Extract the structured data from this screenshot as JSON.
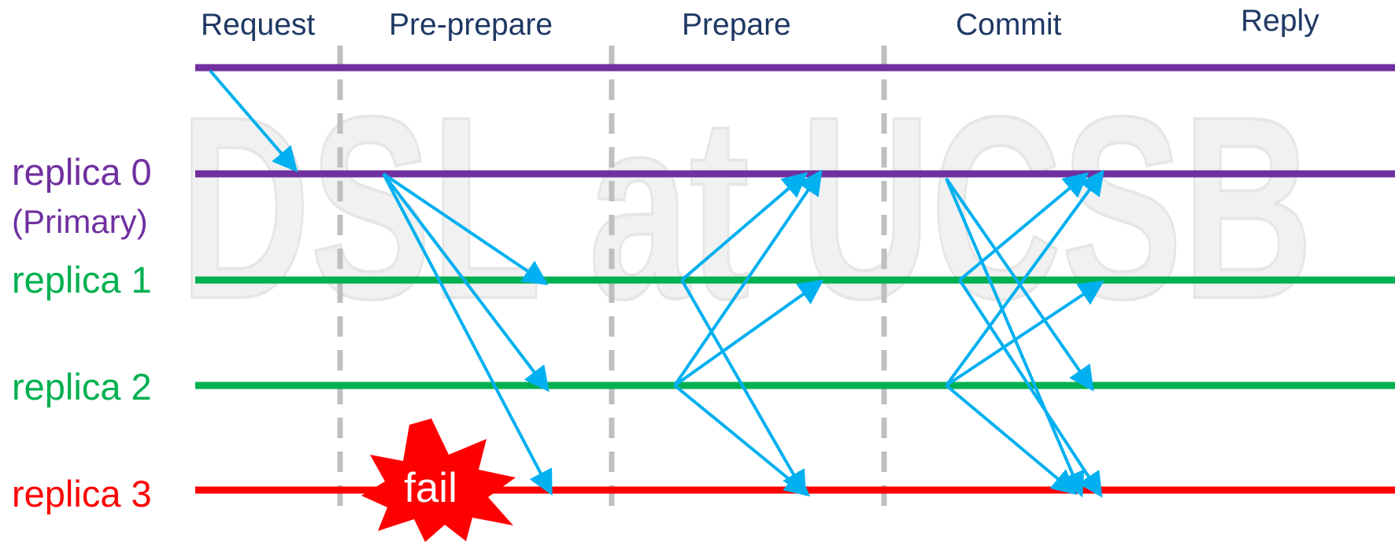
{
  "watermark": "DSL at UCSB",
  "phases": [
    {
      "id": "request",
      "label": "Request"
    },
    {
      "id": "pre-prepare",
      "label": "Pre-prepare"
    },
    {
      "id": "prepare",
      "label": "Prepare"
    },
    {
      "id": "commit",
      "label": "Commit"
    },
    {
      "id": "reply",
      "label": "Reply"
    }
  ],
  "replicas": [
    {
      "id": "client",
      "label": "",
      "sublabel": "",
      "color": "#7030A0"
    },
    {
      "id": "replica-0",
      "label": "replica 0",
      "sublabel": "(Primary)",
      "color": "#7030A0"
    },
    {
      "id": "replica-1",
      "label": "replica 1",
      "sublabel": "",
      "color": "#00B050"
    },
    {
      "id": "replica-2",
      "label": "replica 2",
      "sublabel": "",
      "color": "#00B050"
    },
    {
      "id": "replica-3",
      "label": "replica 3",
      "sublabel": "",
      "color": "#FF0000"
    }
  ],
  "fail_label": "fail",
  "colors": {
    "arrow": "#00B0F0",
    "divider": "#BFBFBF",
    "phase_text": "#1F3864",
    "fail_burst": "#FF0000",
    "fail_text": "#FFFFFF",
    "watermark": "#EDEDED"
  }
}
